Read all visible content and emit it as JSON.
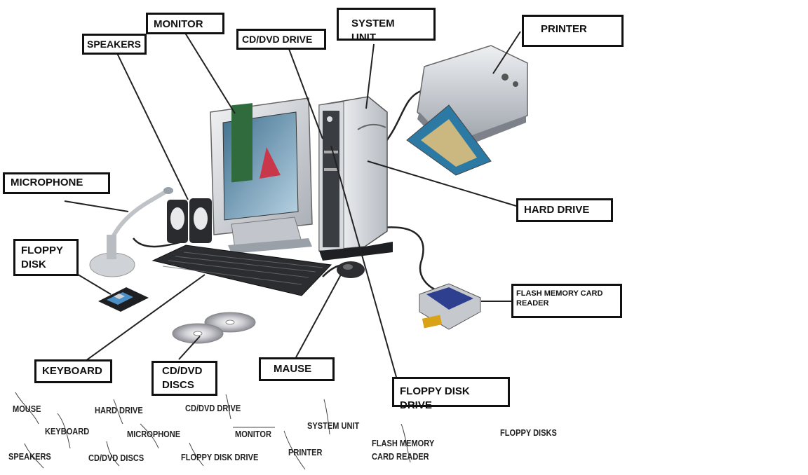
{
  "labels": {
    "monitor": "MONITOR",
    "speakers": "SPEAKERS",
    "cd_dvd_drive": "CD/DVD DRIVE",
    "system_unit": "SYSTEM UNIT",
    "printer": "PRINTER",
    "microphone": "MICROPHONE",
    "hard_drive": "HARD DRIVE",
    "floppy_disk": "FLOPPY DISK",
    "flash_memory_card_reader": "FLASH MEMORY CARD READER",
    "keyboard": "KEYBOARD",
    "cd_dvd_discs": "CD/DVD DISCS",
    "mouse": "MAUSE",
    "floppy_disk_drive": "FLOPPY DISK DRIVE"
  },
  "word_bank": [
    "MOUSE",
    "HARD DRIVE",
    "CD/DVD DRIVE",
    "KEYBOARD",
    "MICROPHONE",
    "MONITOR",
    "SYSTEM UNIT",
    "FLASH MEMORY CARD READER",
    "FLOPPY DISKS",
    "SPEAKERS",
    "CD/DVD DISCS",
    "FLOPPY DISK DRIVE",
    "PRINTER"
  ]
}
